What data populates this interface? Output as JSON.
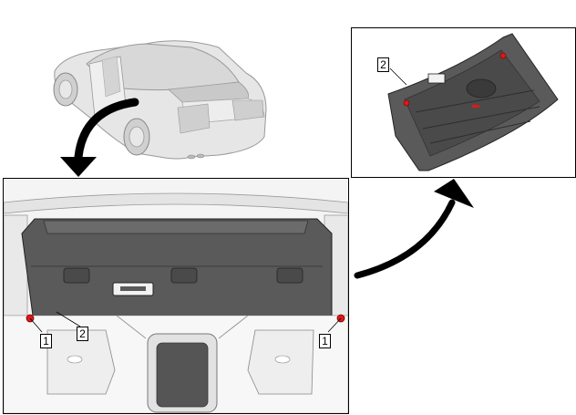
{
  "callouts": {
    "fastener_left": "1",
    "trim_panel_main": "2",
    "fastener_right": "1",
    "trim_panel_detail": "2"
  },
  "colors": {
    "line": "#000000",
    "panel_fill": "#5a5a5a",
    "panel_dark": "#3e3e3e",
    "body_light": "#f2f2f2",
    "car_fill": "#e6e6e6",
    "fastener_red": "#e01818",
    "arrow": "#000000"
  },
  "icons": {
    "direction_arrow_1": "curved-arrow-down",
    "direction_arrow_2": "curved-arrow-up-right"
  }
}
